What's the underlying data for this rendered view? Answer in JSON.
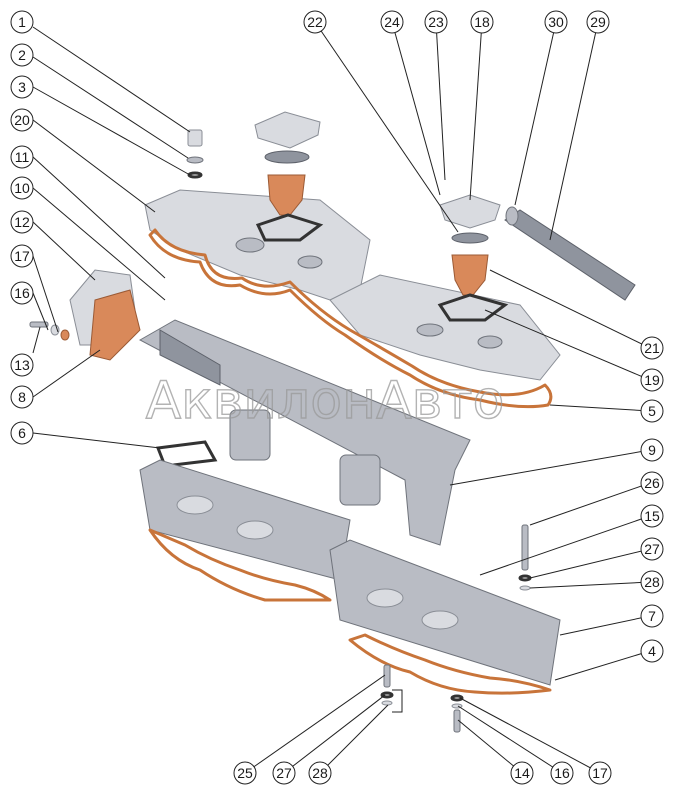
{
  "watermark": "АквилонАвто",
  "callouts": [
    "1",
    "2",
    "3",
    "20",
    "11",
    "10",
    "12",
    "17",
    "16",
    "13",
    "8",
    "6",
    "22",
    "24",
    "23",
    "18",
    "30",
    "29",
    "21",
    "19",
    "5",
    "9",
    "26",
    "15",
    "27",
    "28",
    "7",
    "4",
    "25",
    "27",
    "28",
    "14",
    "16",
    "17"
  ]
}
